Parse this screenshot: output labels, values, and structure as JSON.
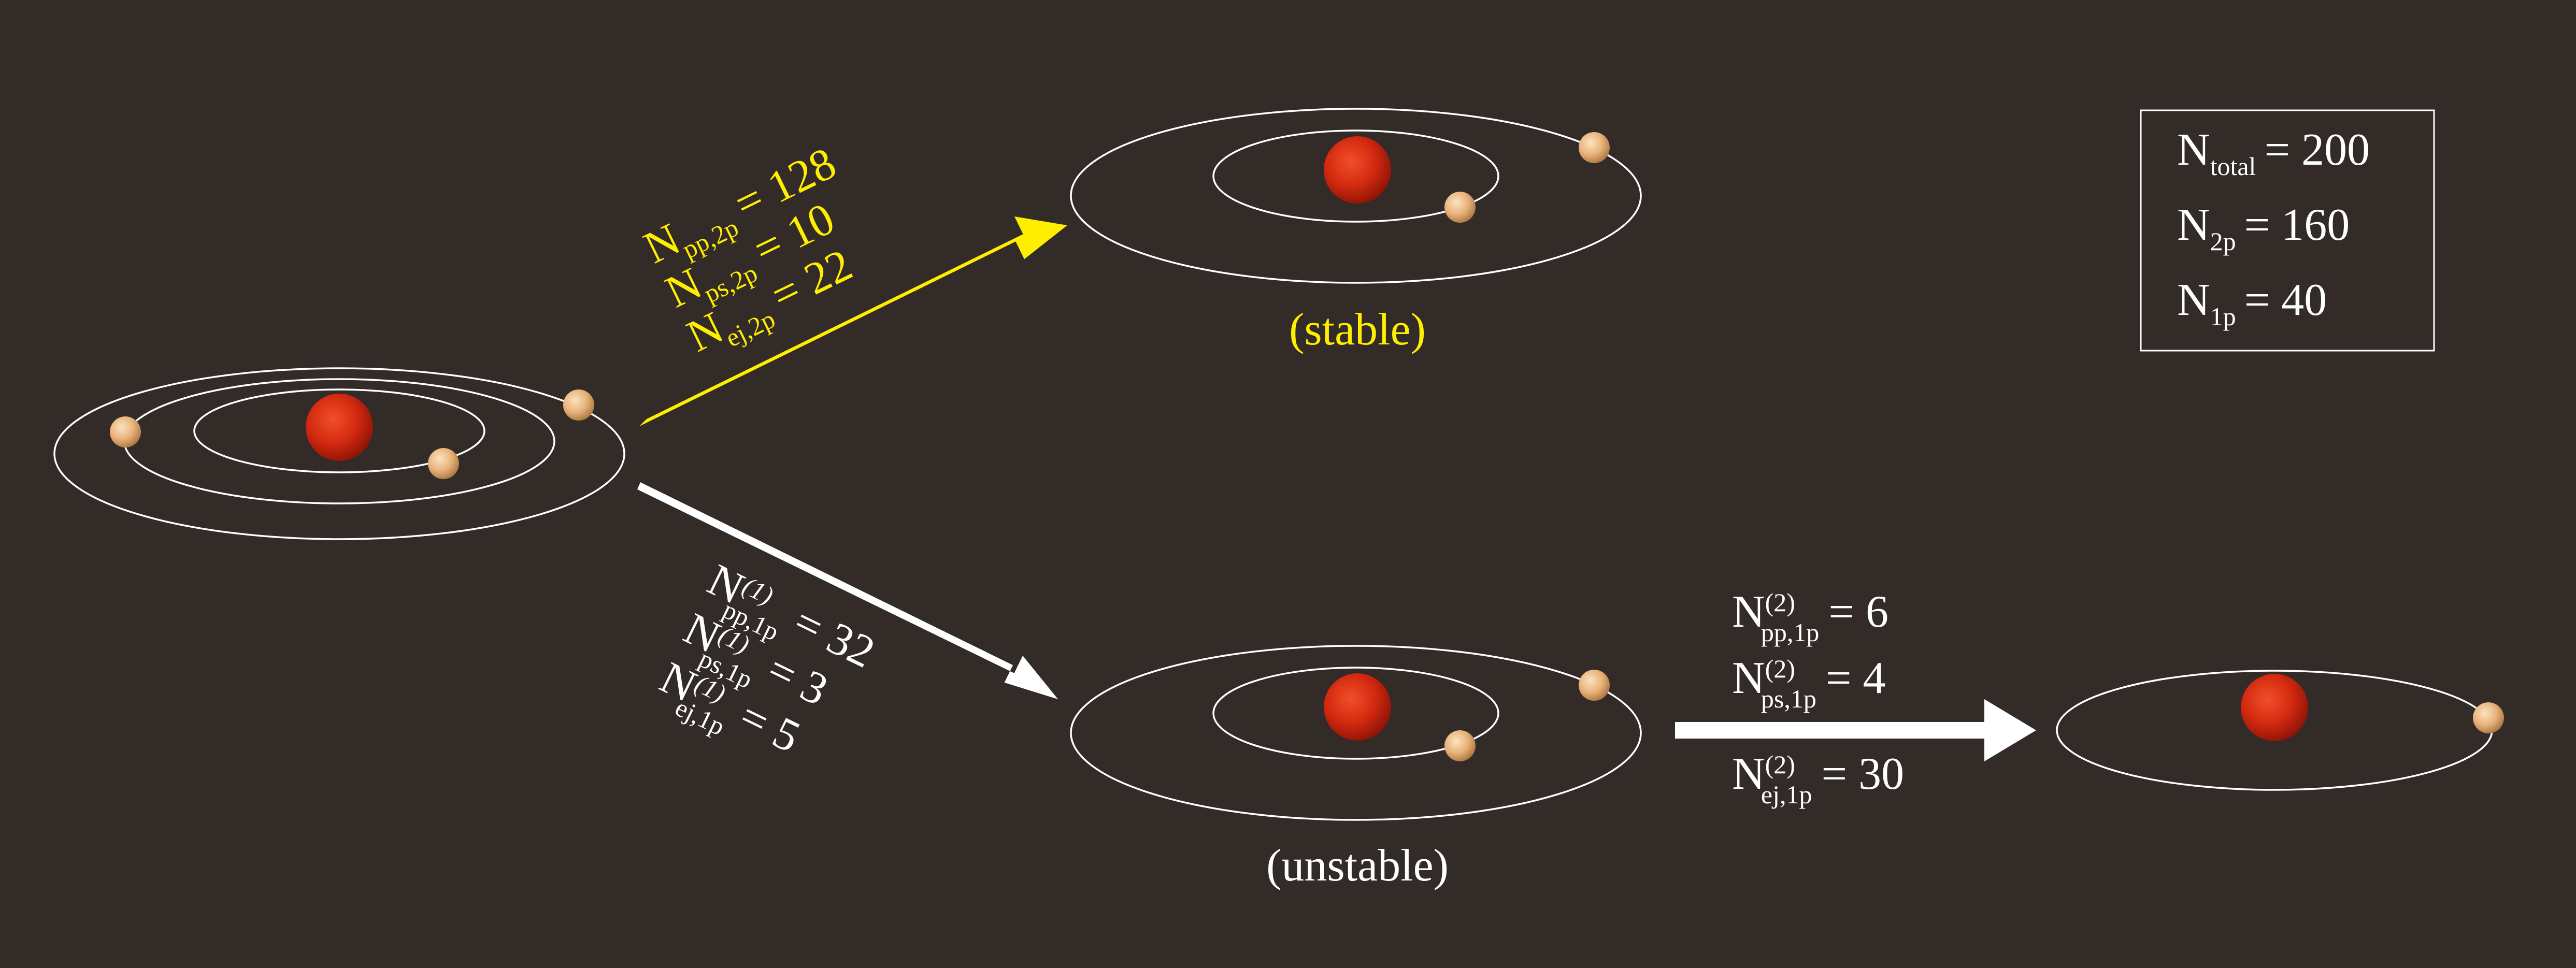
{
  "colors": {
    "background": "#322b28",
    "stable_accent": "#ffee00",
    "unstable_accent": "#ffffff",
    "star": "#d42a10",
    "planet": "#e8b27a"
  },
  "summary_box": {
    "total": {
      "symbol": "N",
      "sub": "total",
      "value": "= 200"
    },
    "two_planet": {
      "symbol": "N",
      "sub": "2p",
      "value": "= 160"
    },
    "one_planet": {
      "symbol": "N",
      "sub": "1p",
      "value": "= 40"
    }
  },
  "stable_branch": {
    "label": "(stable)",
    "counts": [
      {
        "symbol": "N",
        "sub": "pp,2p",
        "value": "= 128"
      },
      {
        "symbol": "N",
        "sub": "ps,2p",
        "value": "= 10"
      },
      {
        "symbol": "N",
        "sub": "ej,2p",
        "value": "= 22"
      }
    ]
  },
  "unstable_branch": {
    "label": "(unstable)",
    "counts": [
      {
        "symbol": "N",
        "sup": "(1)",
        "sub": "pp,1p",
        "value": "= 32"
      },
      {
        "symbol": "N",
        "sup": "(1)",
        "sub": "ps,1p",
        "value": "= 3"
      },
      {
        "symbol": "N",
        "sup": "(1)",
        "sub": "ej,1p",
        "value": "= 5"
      }
    ]
  },
  "second_stage": {
    "counts": [
      {
        "symbol": "N",
        "sup": "(2)",
        "sub": "pp,1p",
        "value": "= 6"
      },
      {
        "symbol": "N",
        "sup": "(2)",
        "sub": "ps,1p",
        "value": "= 4"
      },
      {
        "symbol": "N",
        "sup": "(2)",
        "sub": "ej,1p",
        "value": "= 30"
      }
    ]
  }
}
